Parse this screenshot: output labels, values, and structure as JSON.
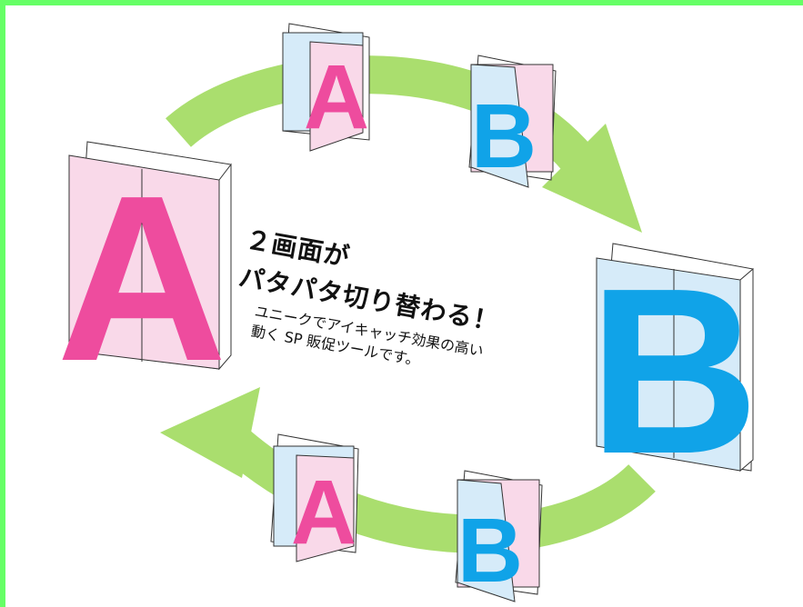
{
  "headline": {
    "line1": "２画面が",
    "line2": "パタパタ切り替わる！"
  },
  "description": {
    "line1": "ユニークでアイキャッチ効果の高い",
    "line2": "動く SP 販促ツールです。"
  },
  "panels": {
    "a_letter": "A",
    "b_letter": "B"
  },
  "colors": {
    "frame_border": "#66ff66",
    "arrow": "#aade6e",
    "a_fill": "#f9d9e9",
    "a_letter": "#ee4c9e",
    "b_fill": "#d6ebf9",
    "b_letter": "#10a3e8"
  }
}
